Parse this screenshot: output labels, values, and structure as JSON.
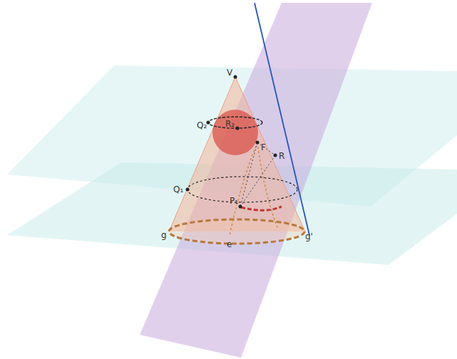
{
  "diagram": {
    "labels": [
      "V",
      "Q₂",
      "R₂",
      "F",
      "R",
      "Q₁",
      "P₁",
      "g",
      "e",
      "g'"
    ]
  }
}
